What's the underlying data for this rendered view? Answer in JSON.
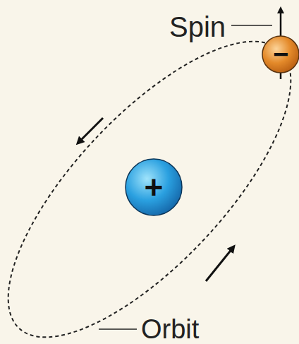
{
  "diagram": {
    "nodes": [
      {
        "text": [
          "−"
        ]
      },
      {
        "text": [
          "+"
        ]
      }
    ],
    "labels": [
      "Spin",
      "Orbit"
    ]
  }
}
